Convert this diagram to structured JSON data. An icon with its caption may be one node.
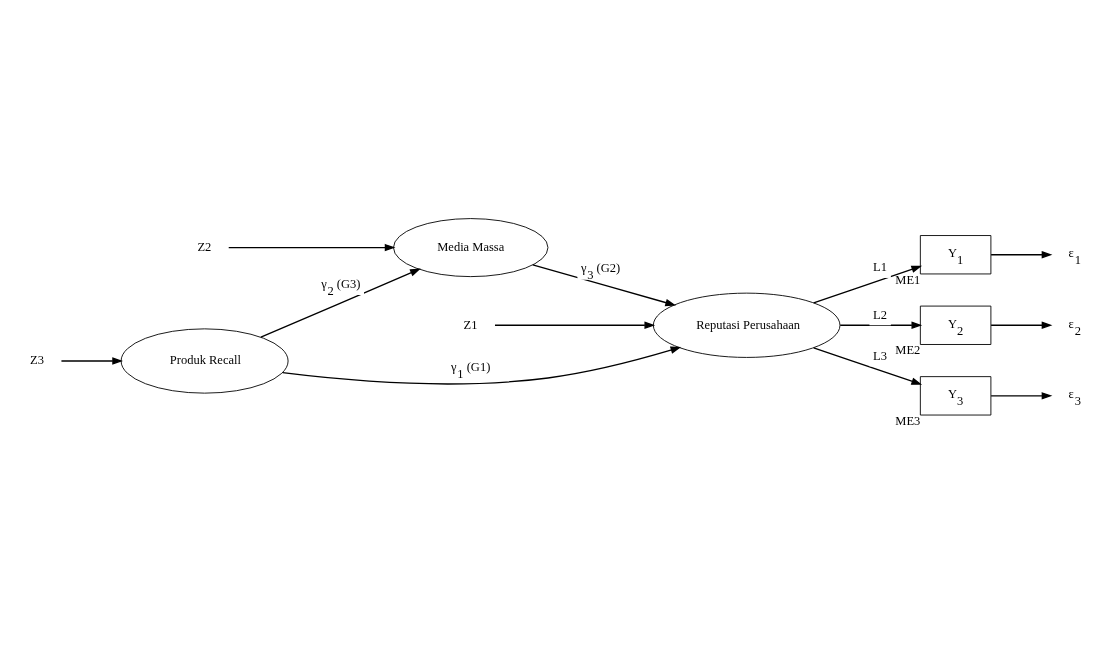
{
  "diagram": {
    "nodes": [
      {
        "text": [
          "Produk Recall"
        ]
      },
      {
        "text": [
          "Reputasi Perusahaan"
        ]
      },
      {
        "text": [
          "Media Massa"
        ]
      },
      {
        "text": [
          "Y$_{1}$"
        ],
        "beside": [
          "ME1"
        ]
      },
      {
        "text": [
          "Y$_{2}$"
        ],
        "beside": [
          "ME2"
        ]
      },
      {
        "text": [
          "Y$_{3}$"
        ],
        "beside": [
          "ME3"
        ]
      },
      {
        "text": [
          "Z3"
        ]
      },
      {
        "text": [
          "Z1"
        ]
      },
      {
        "text": [
          "Z2"
        ]
      },
      {
        "text": [
          "ε$_{1}$"
        ]
      },
      {
        "text": [
          "ε$_{2}$"
        ]
      },
      {
        "text": [
          "ε$_{3}$"
        ]
      }
    ],
    "edges": [
      {
        "from": 6,
        "to": 0,
        "arrow": "to"
      },
      {
        "from": 0,
        "to": 1,
        "arrow": "to",
        "label": "γ$_{1}$ (G1)"
      },
      {
        "from": 7,
        "to": 1,
        "arrow": "to"
      },
      {
        "from": 0,
        "to": 2,
        "arrow": "to",
        "label": "γ$_{2}$ (G3)"
      },
      {
        "from": 2,
        "to": 1,
        "arrow": "to",
        "label": "γ$_{3}$ (G2)"
      },
      {
        "from": 8,
        "to": 2,
        "arrow": "to"
      },
      {
        "from": 1,
        "to": 3,
        "arrow": "to",
        "label": "L1"
      },
      {
        "from": 1,
        "to": 4,
        "arrow": "to",
        "label": "L2"
      },
      {
        "from": 1,
        "to": 5,
        "arrow": "to",
        "label": "L3"
      },
      {
        "from": 3,
        "to": 9,
        "arrow": "to"
      },
      {
        "from": 4,
        "to": 10,
        "arrow": "to"
      },
      {
        "from": 5,
        "to": 11,
        "arrow": "to"
      }
    ]
  }
}
